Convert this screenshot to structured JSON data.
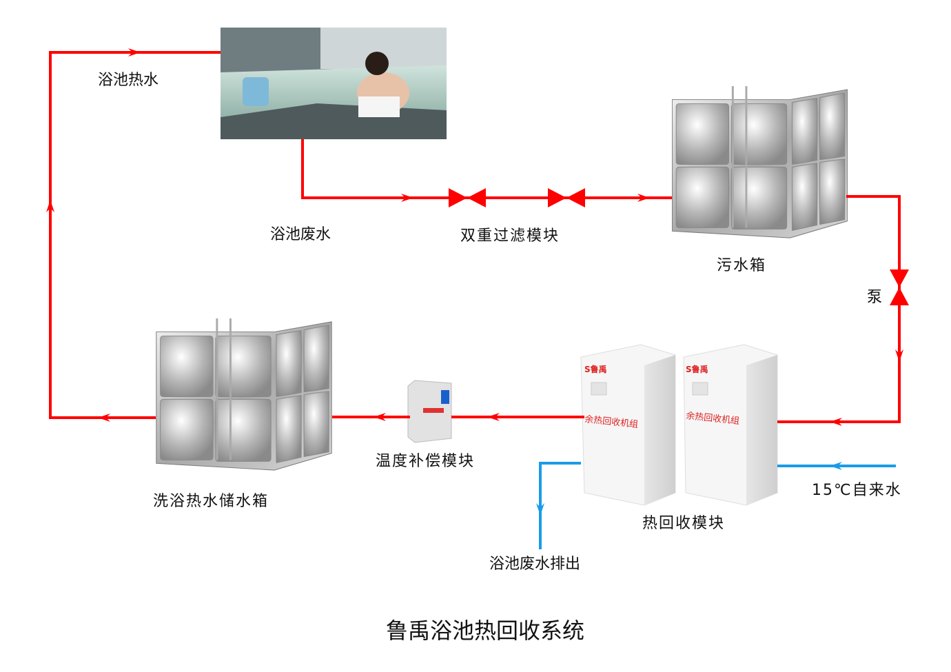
{
  "title": "鲁禹浴池热回收系统",
  "labels": {
    "pool_hot_water": "浴池热水",
    "pool_waste_water": "浴池废水",
    "dual_filter": "双重过滤模块",
    "sewage_tank": "污水箱",
    "pump": "泵",
    "bath_storage_tank": "洗浴热水储水箱",
    "temp_compensation": "温度补偿模块",
    "heat_recovery": "热回收模块",
    "tap_water": "15℃自来水",
    "waste_discharge": "浴池废水排出"
  },
  "units": {
    "unit_label": "余热回收机组",
    "brand": "鲁禹"
  },
  "colors": {
    "hot_pipe": "#ff0000",
    "cold_pipe": "#1a9be8"
  }
}
